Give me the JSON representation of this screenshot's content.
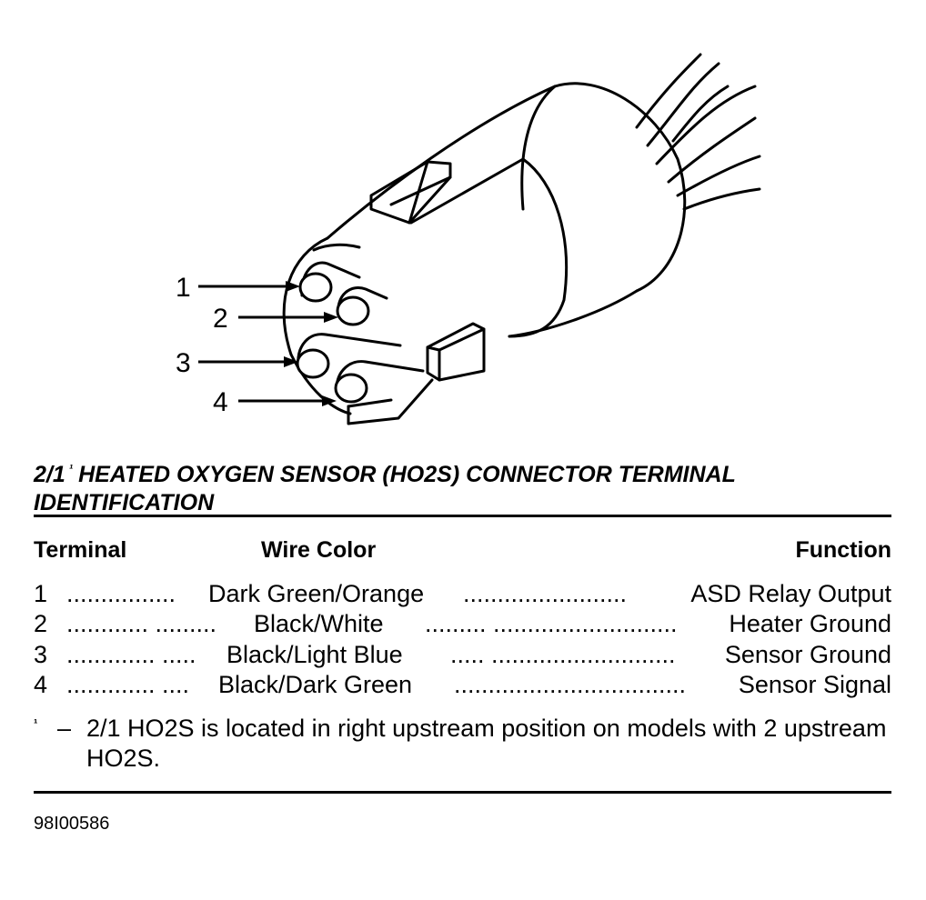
{
  "diagram": {
    "callouts": [
      "1",
      "2",
      "3",
      "4"
    ]
  },
  "title": {
    "prefix": "2/1",
    "footnote_mark": "¹",
    "line1": "HEATED OXYGEN SENSOR (HO2S) CONNECTOR TERMINAL",
    "line2": "IDENTIFICATION"
  },
  "table": {
    "headers": {
      "terminal": "Terminal",
      "wire_color": "Wire Color",
      "function": "Function"
    },
    "rows": [
      {
        "terminal": "1",
        "dots_a": "................",
        "wire_color": "Dark Green/Orange",
        "dots_b": "........................",
        "function": "ASD Relay Output"
      },
      {
        "terminal": "2",
        "dots_a": "............ .........",
        "wire_color": "Black/White",
        "dots_b": "......... ...........................",
        "function": "Heater Ground"
      },
      {
        "terminal": "3",
        "dots_a": "............. .....",
        "wire_color": "Black/Light Blue",
        "dots_b": "..... ...........................",
        "function": "Sensor Ground"
      },
      {
        "terminal": "4",
        "dots_a": "............. ....",
        "wire_color": "Black/Dark Green",
        "dots_b": "..................................",
        "function": "Sensor Signal"
      }
    ]
  },
  "footnote": {
    "mark": "¹",
    "dash": "–",
    "text": "2/1 HO2S is located in right upstream position on models with 2 upstream HO2S."
  },
  "figure_id": "98I00586"
}
